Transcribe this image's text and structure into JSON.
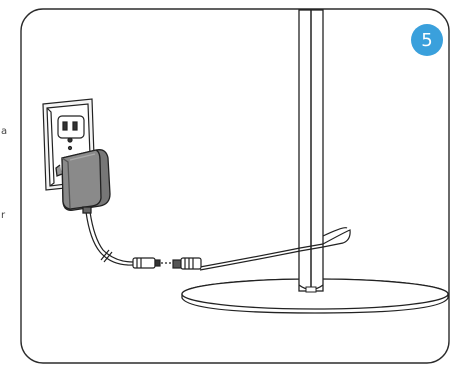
{
  "step": {
    "number": "5",
    "badge_color": "#3aa0dc"
  },
  "margin_fragments": {
    "top": "a",
    "bottom": "r"
  },
  "illustration": {
    "items": [
      "wall-outlet",
      "power-adapter",
      "power-cable",
      "cable-connector",
      "floor-lamp-pole",
      "lamp-base"
    ]
  }
}
